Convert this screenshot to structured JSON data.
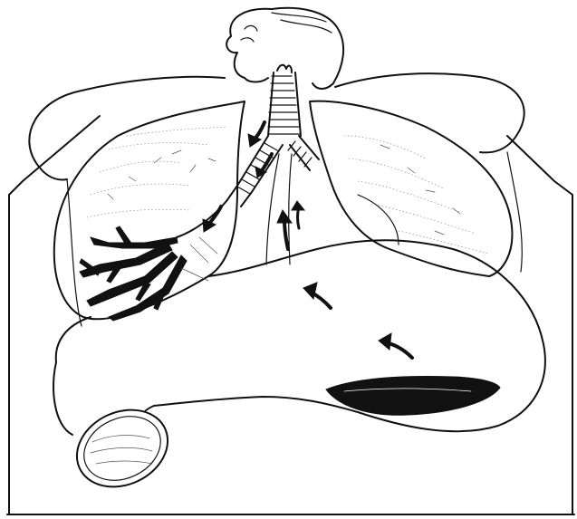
{
  "figure": {
    "colors": {
      "ink": "#111111",
      "paper": "#ffffff"
    },
    "parts": [
      "bed",
      "patient-torso",
      "head",
      "trachea",
      "left-bronchus",
      "right-bronchus",
      "right-lung",
      "left-lung",
      "aspirate-filled-airways",
      "stomach",
      "duodenum",
      "gastric-contents",
      "flow-arrows"
    ],
    "flow_arrow_count": 7
  }
}
